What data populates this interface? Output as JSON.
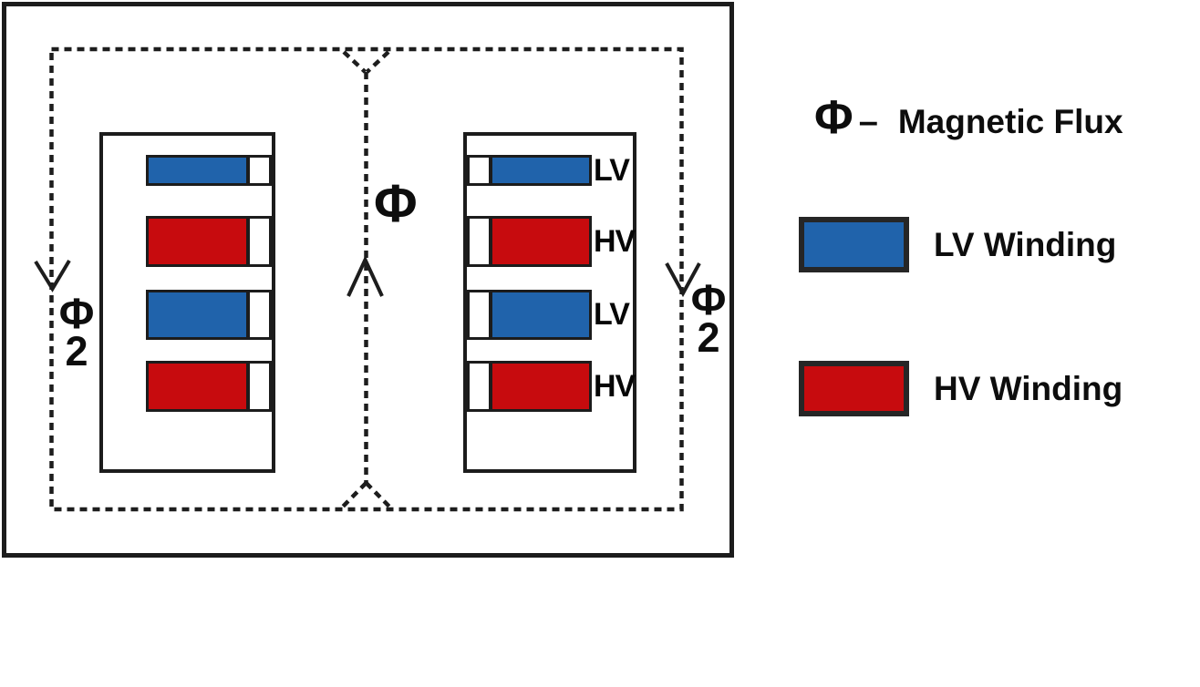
{
  "diagram": {
    "title_implicit": "Transformer core with concentric windings and magnetic flux paths",
    "center_flux_label": "Φ",
    "left_flux": {
      "numerator": "Φ",
      "denominator": "2"
    },
    "right_flux": {
      "numerator": "Φ",
      "denominator": "2"
    },
    "left_window_row_types": [
      "lv",
      "hv",
      "lv",
      "hv"
    ],
    "right_window_row_types": [
      "lv",
      "hv",
      "lv",
      "hv"
    ],
    "right_window_row_labels": [
      "LV",
      "HV",
      "LV",
      "HV"
    ]
  },
  "legend": {
    "flux": {
      "symbol": "Φ",
      "dash": "–",
      "label": "Magnetic Flux"
    },
    "items": [
      {
        "type": "lv",
        "label": "LV Winding"
      },
      {
        "type": "hv",
        "label": "HV Winding"
      }
    ]
  },
  "colors": {
    "lv": "#2063ab",
    "hv": "#c70b0e",
    "line": "#1c1c1c"
  }
}
